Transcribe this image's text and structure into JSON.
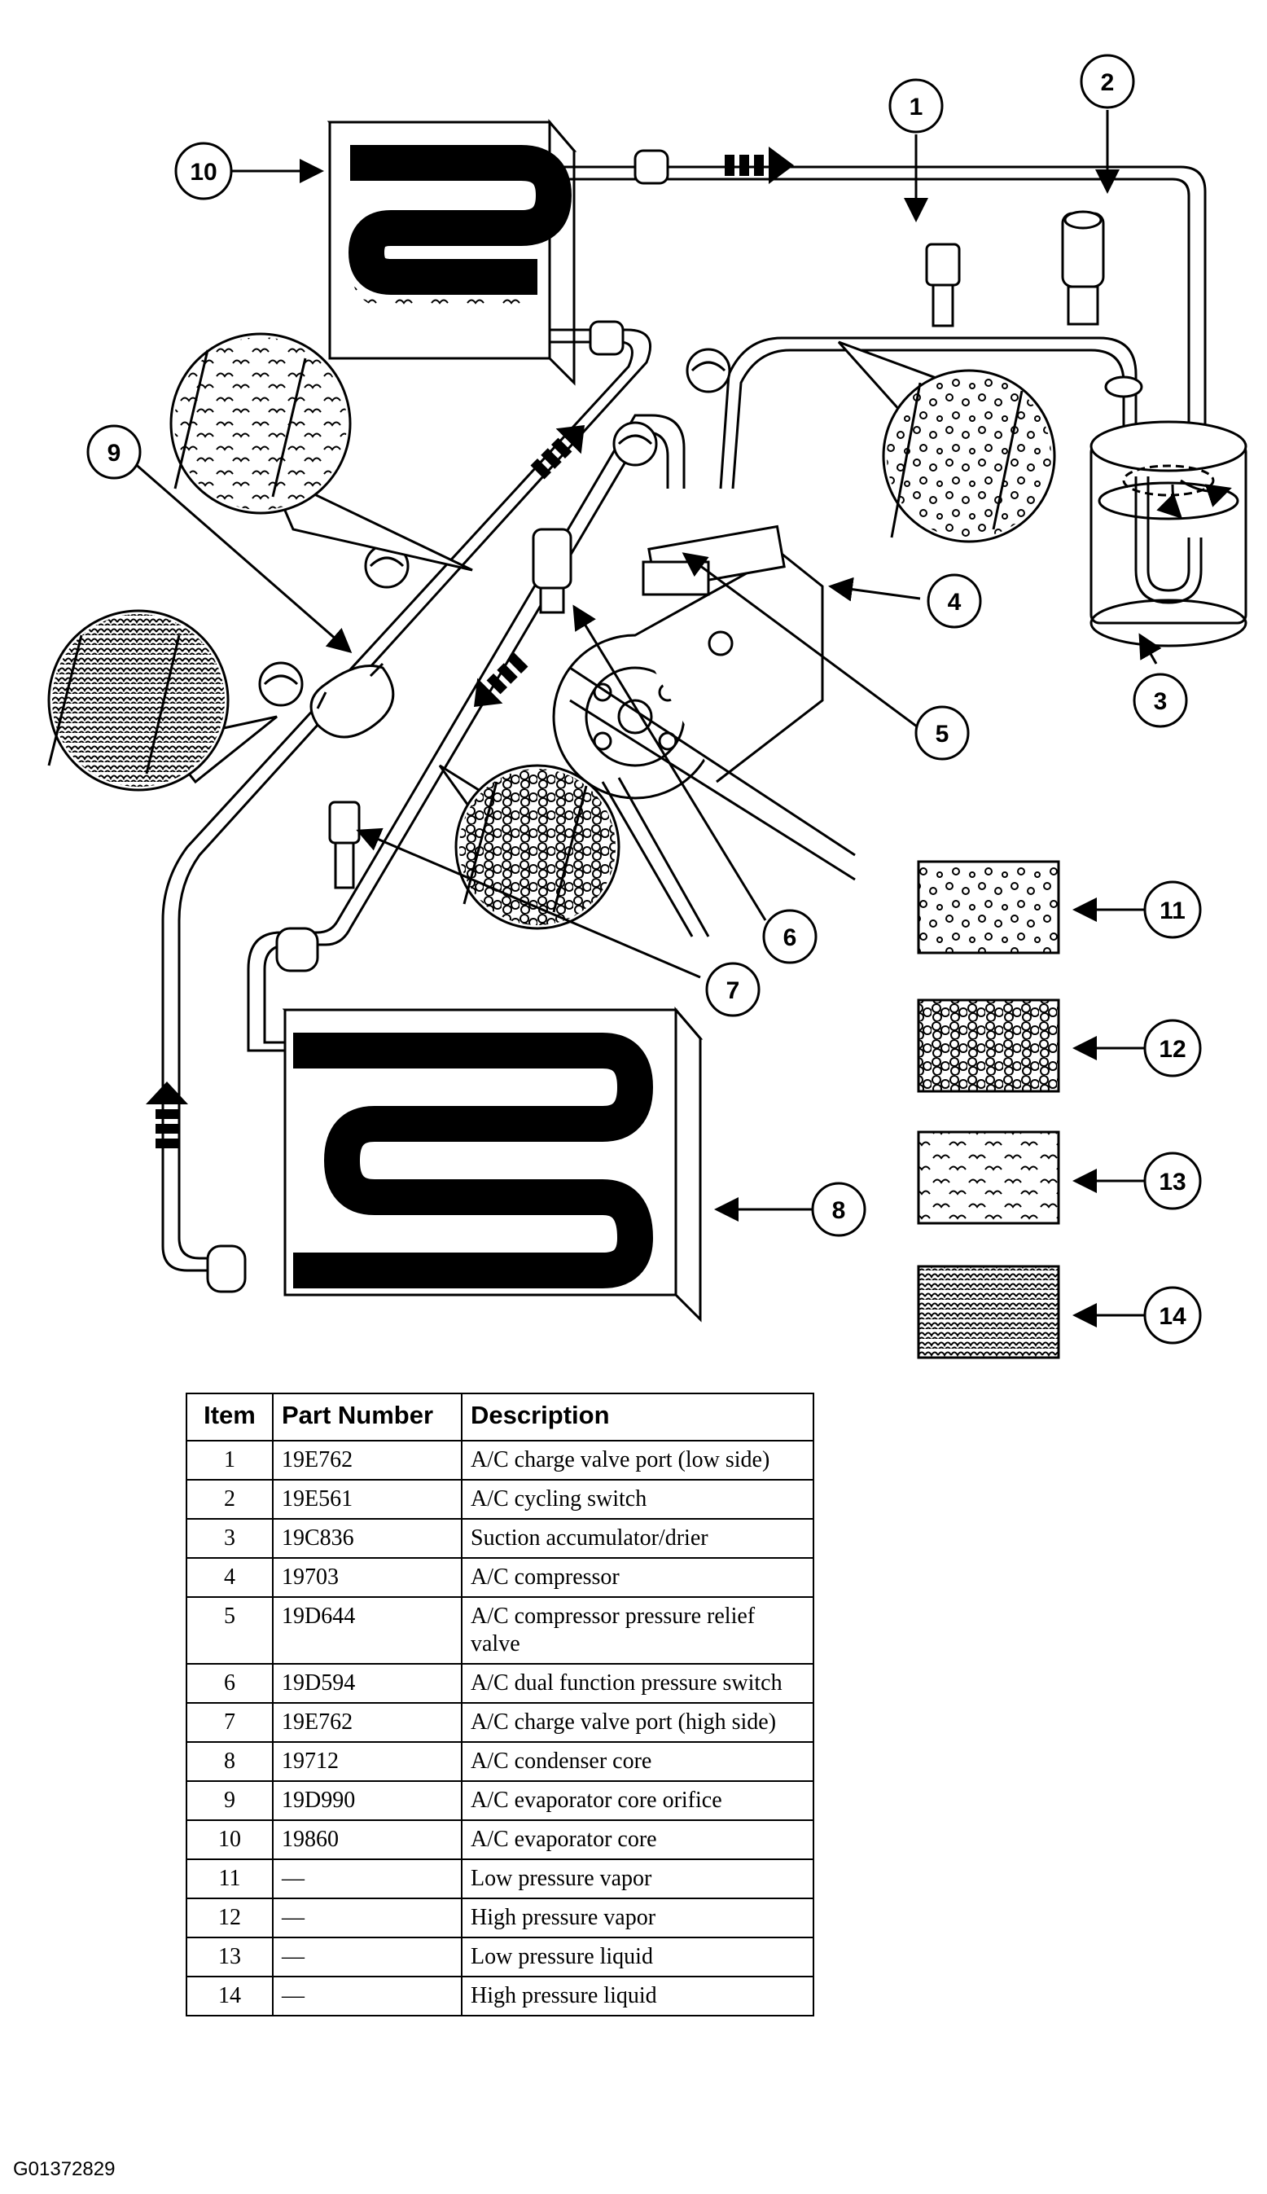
{
  "callouts": [
    "1",
    "2",
    "3",
    "4",
    "5",
    "6",
    "7",
    "8",
    "9",
    "10",
    "11",
    "12",
    "13",
    "14"
  ],
  "table": {
    "headers": [
      "Item",
      "Part Number",
      "Description"
    ],
    "rows": [
      {
        "item": "1",
        "part": "19E762",
        "desc": "A/C charge valve port (low side)"
      },
      {
        "item": "2",
        "part": "19E561",
        "desc": "A/C cycling switch"
      },
      {
        "item": "3",
        "part": "19C836",
        "desc": "Suction accumulator/drier"
      },
      {
        "item": "4",
        "part": "19703",
        "desc": "A/C compressor"
      },
      {
        "item": "5",
        "part": "19D644",
        "desc": "A/C compressor pressure relief valve"
      },
      {
        "item": "6",
        "part": "19D594",
        "desc": "A/C dual function pressure switch"
      },
      {
        "item": "7",
        "part": "19E762",
        "desc": "A/C charge valve port (high side)"
      },
      {
        "item": "8",
        "part": "19712",
        "desc": "A/C condenser core"
      },
      {
        "item": "9",
        "part": "19D990",
        "desc": "A/C evaporator core orifice"
      },
      {
        "item": "10",
        "part": "19860",
        "desc": "A/C evaporator core"
      },
      {
        "item": "11",
        "part": "—",
        "desc": "Low pressure vapor"
      },
      {
        "item": "12",
        "part": "—",
        "desc": "High pressure vapor"
      },
      {
        "item": "13",
        "part": "—",
        "desc": "Low pressure liquid"
      },
      {
        "item": "14",
        "part": "—",
        "desc": "High pressure liquid"
      }
    ]
  },
  "figure_id": "G01372829"
}
